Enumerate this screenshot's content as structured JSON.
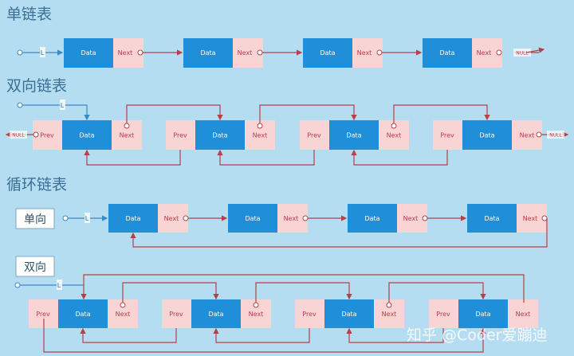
{
  "titles": {
    "singly": "单链表",
    "doubly": "双向链表",
    "circular": "循环链表",
    "circular_one_way": "单向",
    "circular_two_way": "双向"
  },
  "node_labels": {
    "data": "Data",
    "next": "Next",
    "prev": "Prev"
  },
  "head_label": "L",
  "null_label": "NULL",
  "watermark": "知乎 @Coder爱蹦迪",
  "colors": {
    "background": "#b4ddf1",
    "data_fill": "#1e8fd8",
    "pointer_fill": "#f9d4d4",
    "pointer_line": "#b5404a",
    "head_line": "#3a89c9",
    "title": "#3b6f96"
  }
}
